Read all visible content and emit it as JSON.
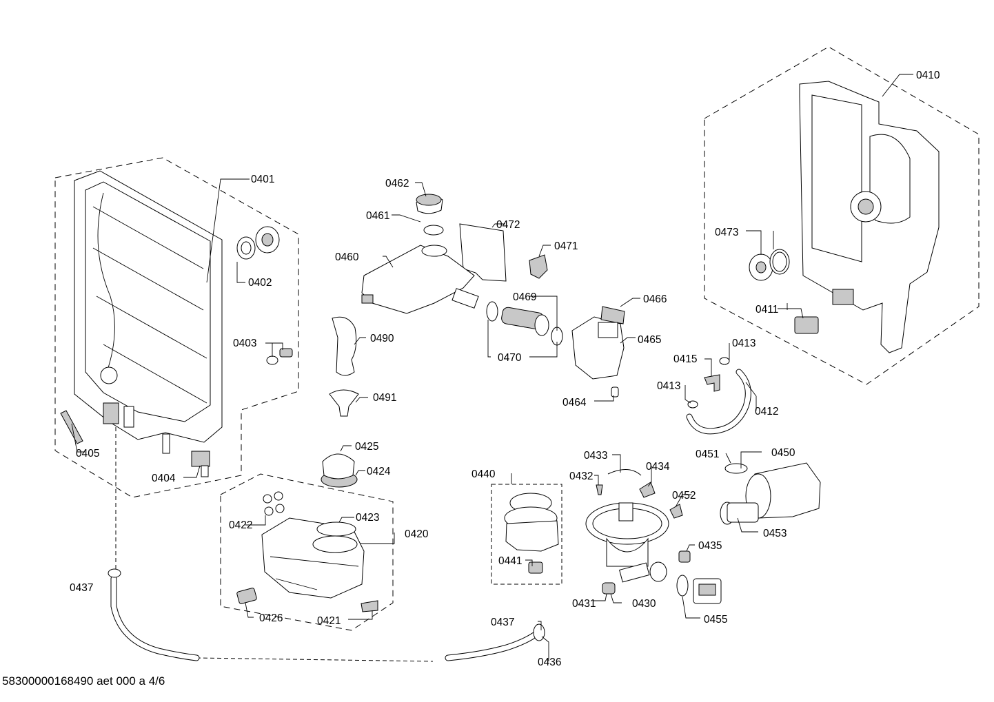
{
  "footer": {
    "code": "58300000168490 aet 000 a 4/6"
  },
  "labels": {
    "p0401": "0401",
    "p0402": "0402",
    "p0403": "0403",
    "p0404": "0404",
    "p0405": "0405",
    "p0410": "0410",
    "p0411": "0411",
    "p0412": "0412",
    "p0413a": "0413",
    "p0413b": "0413",
    "p0415": "0415",
    "p0420": "0420",
    "p0421": "0421",
    "p0422": "0422",
    "p0423": "0423",
    "p0424": "0424",
    "p0425": "0425",
    "p0426": "0426",
    "p0430": "0430",
    "p0431": "0431",
    "p0432": "0432",
    "p0433": "0433",
    "p0434": "0434",
    "p0435": "0435",
    "p0436": "0436",
    "p0437a": "0437",
    "p0437b": "0437",
    "p0440": "0440",
    "p0441": "0441",
    "p0450": "0450",
    "p0451": "0451",
    "p0452": "0452",
    "p0453": "0453",
    "p0455": "0455",
    "p0460": "0460",
    "p0461": "0461",
    "p0462": "0462",
    "p0464": "0464",
    "p0465": "0465",
    "p0466": "0466",
    "p0469": "0469",
    "p0470": "0470",
    "p0471": "0471",
    "p0472": "0472",
    "p0473": "0473",
    "p0490": "0490",
    "p0491": "0491"
  }
}
